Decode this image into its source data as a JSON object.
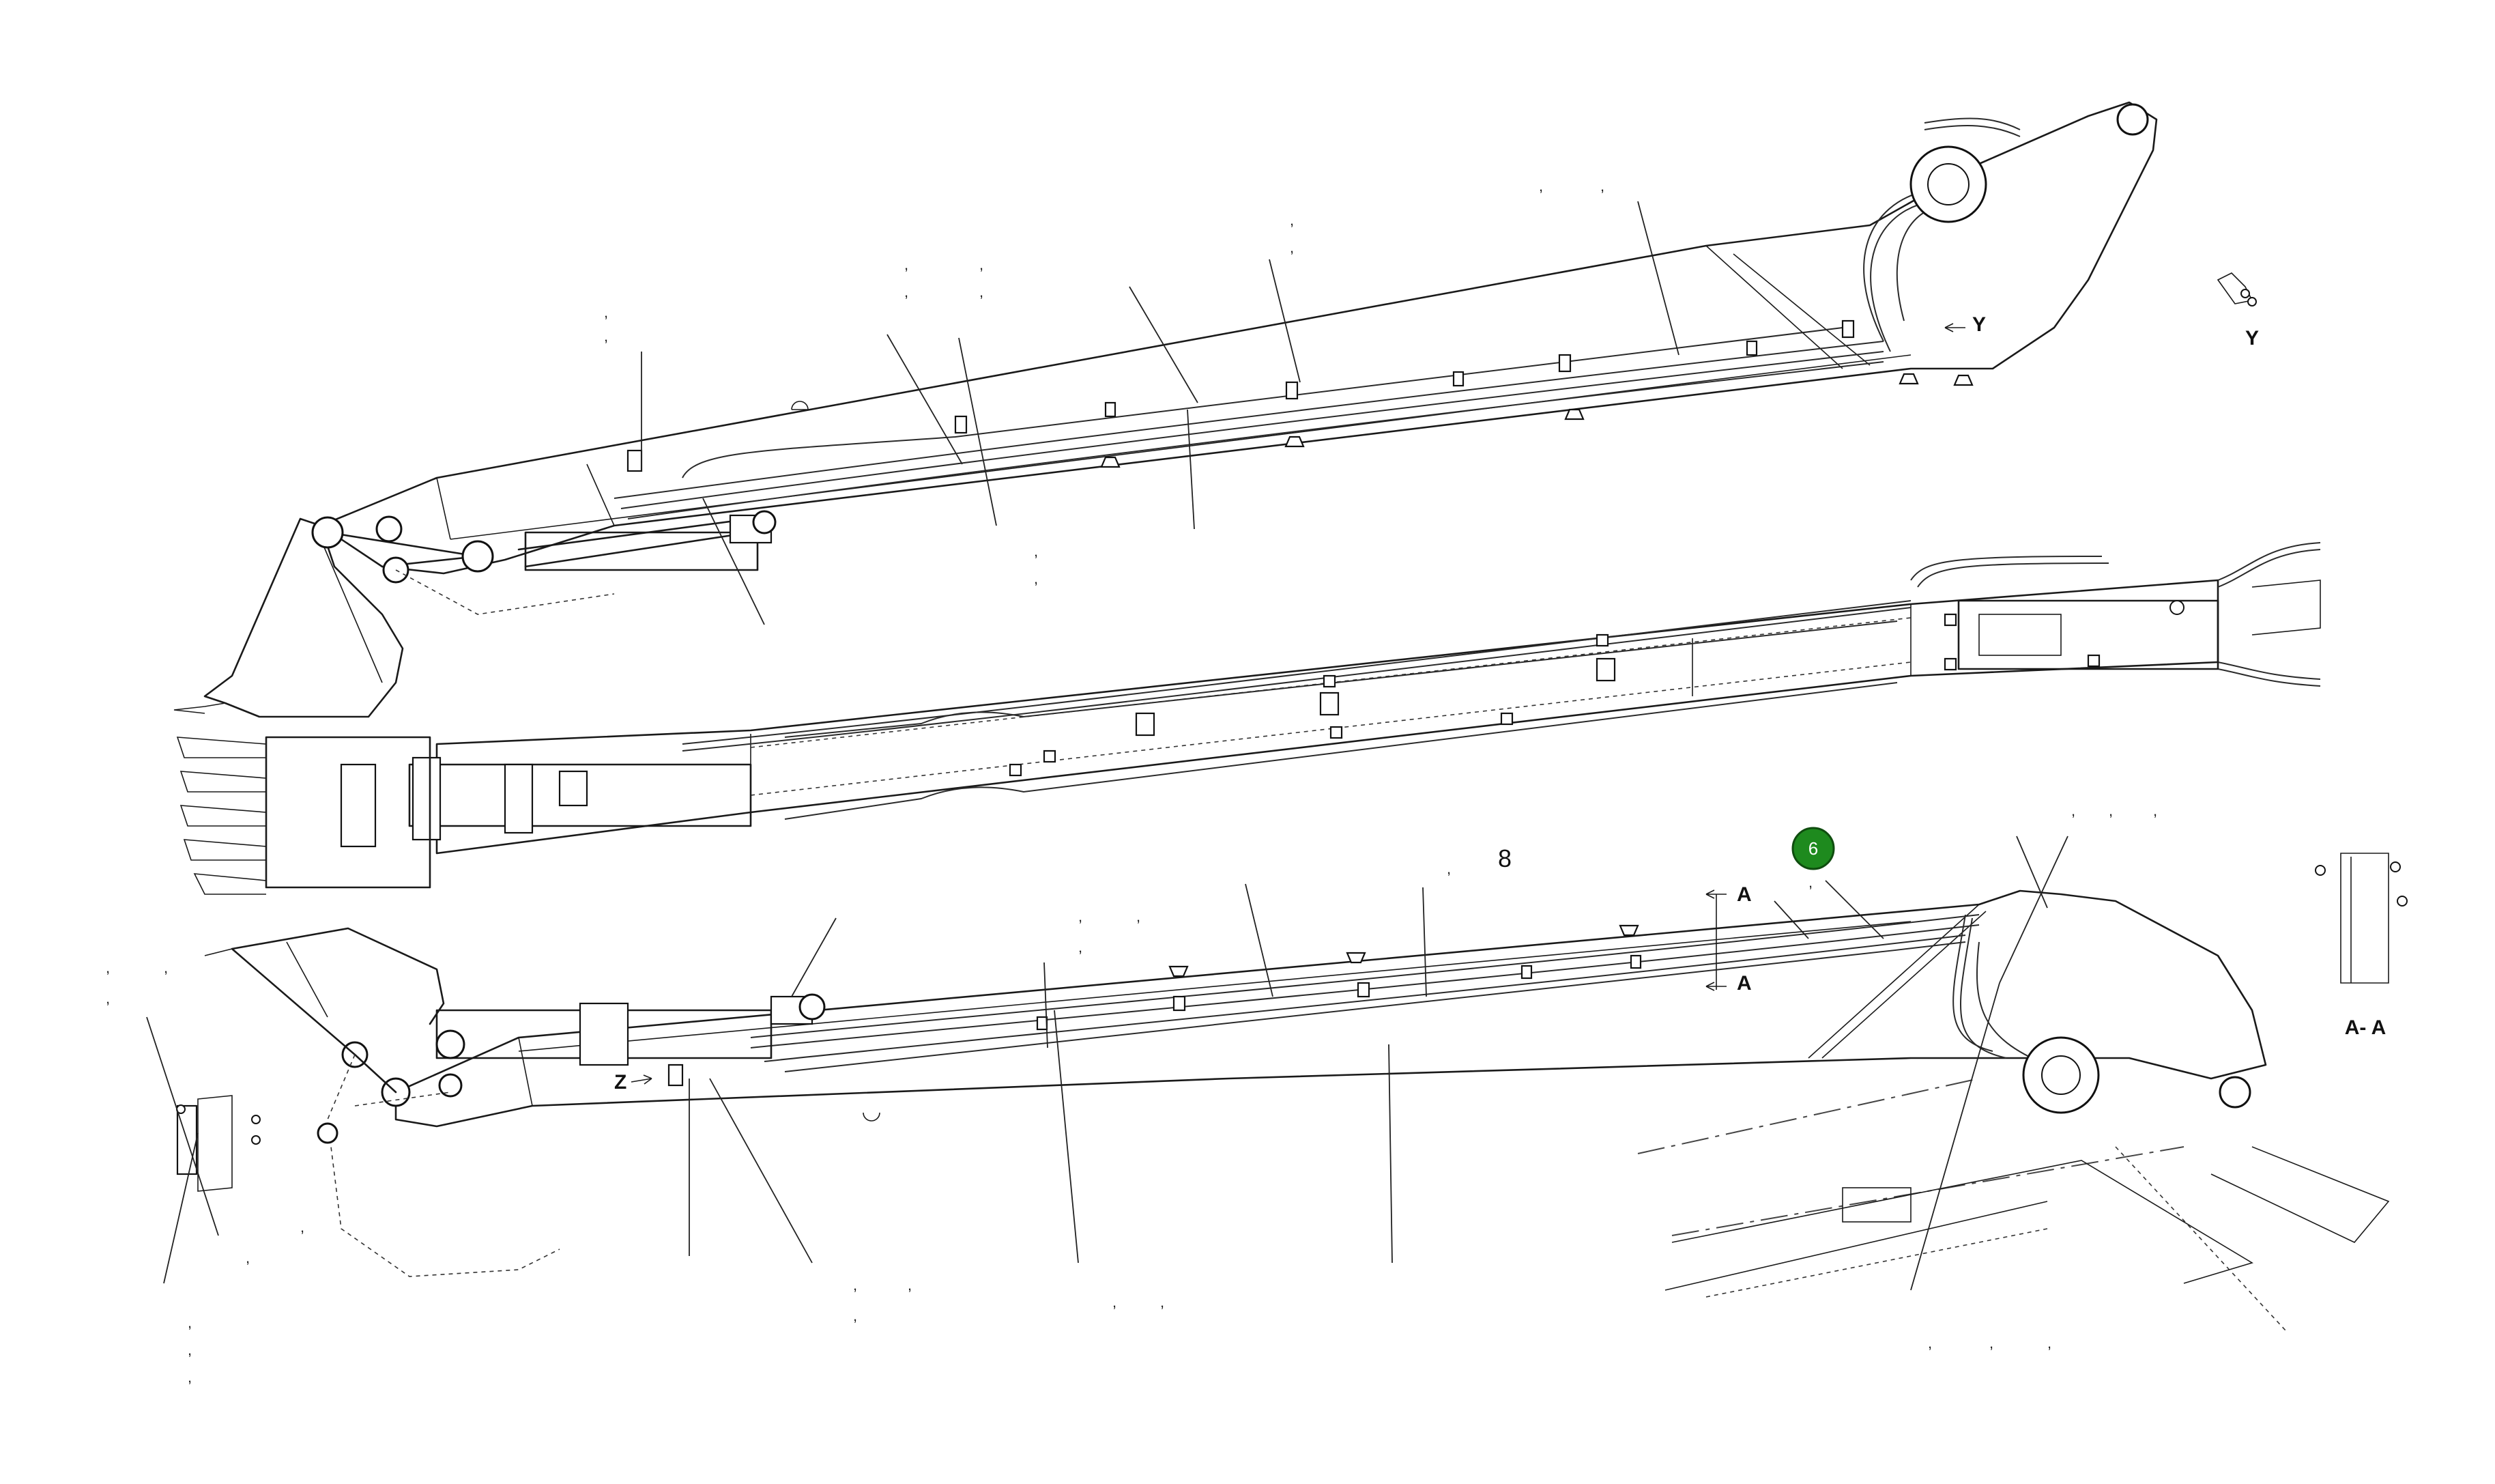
{
  "diagram": {
    "labels": {
      "view_y": "Y",
      "view_y_arrow": "Y",
      "section_a_top": "A",
      "section_a_bottom": "A",
      "section_aa": "A- A",
      "view_z": "Z",
      "part_8": "8"
    },
    "callout": {
      "number": "6",
      "color": "#1e8a1e"
    },
    "colors": {
      "line": "#1a1a1a",
      "background": "#ffffff"
    }
  }
}
